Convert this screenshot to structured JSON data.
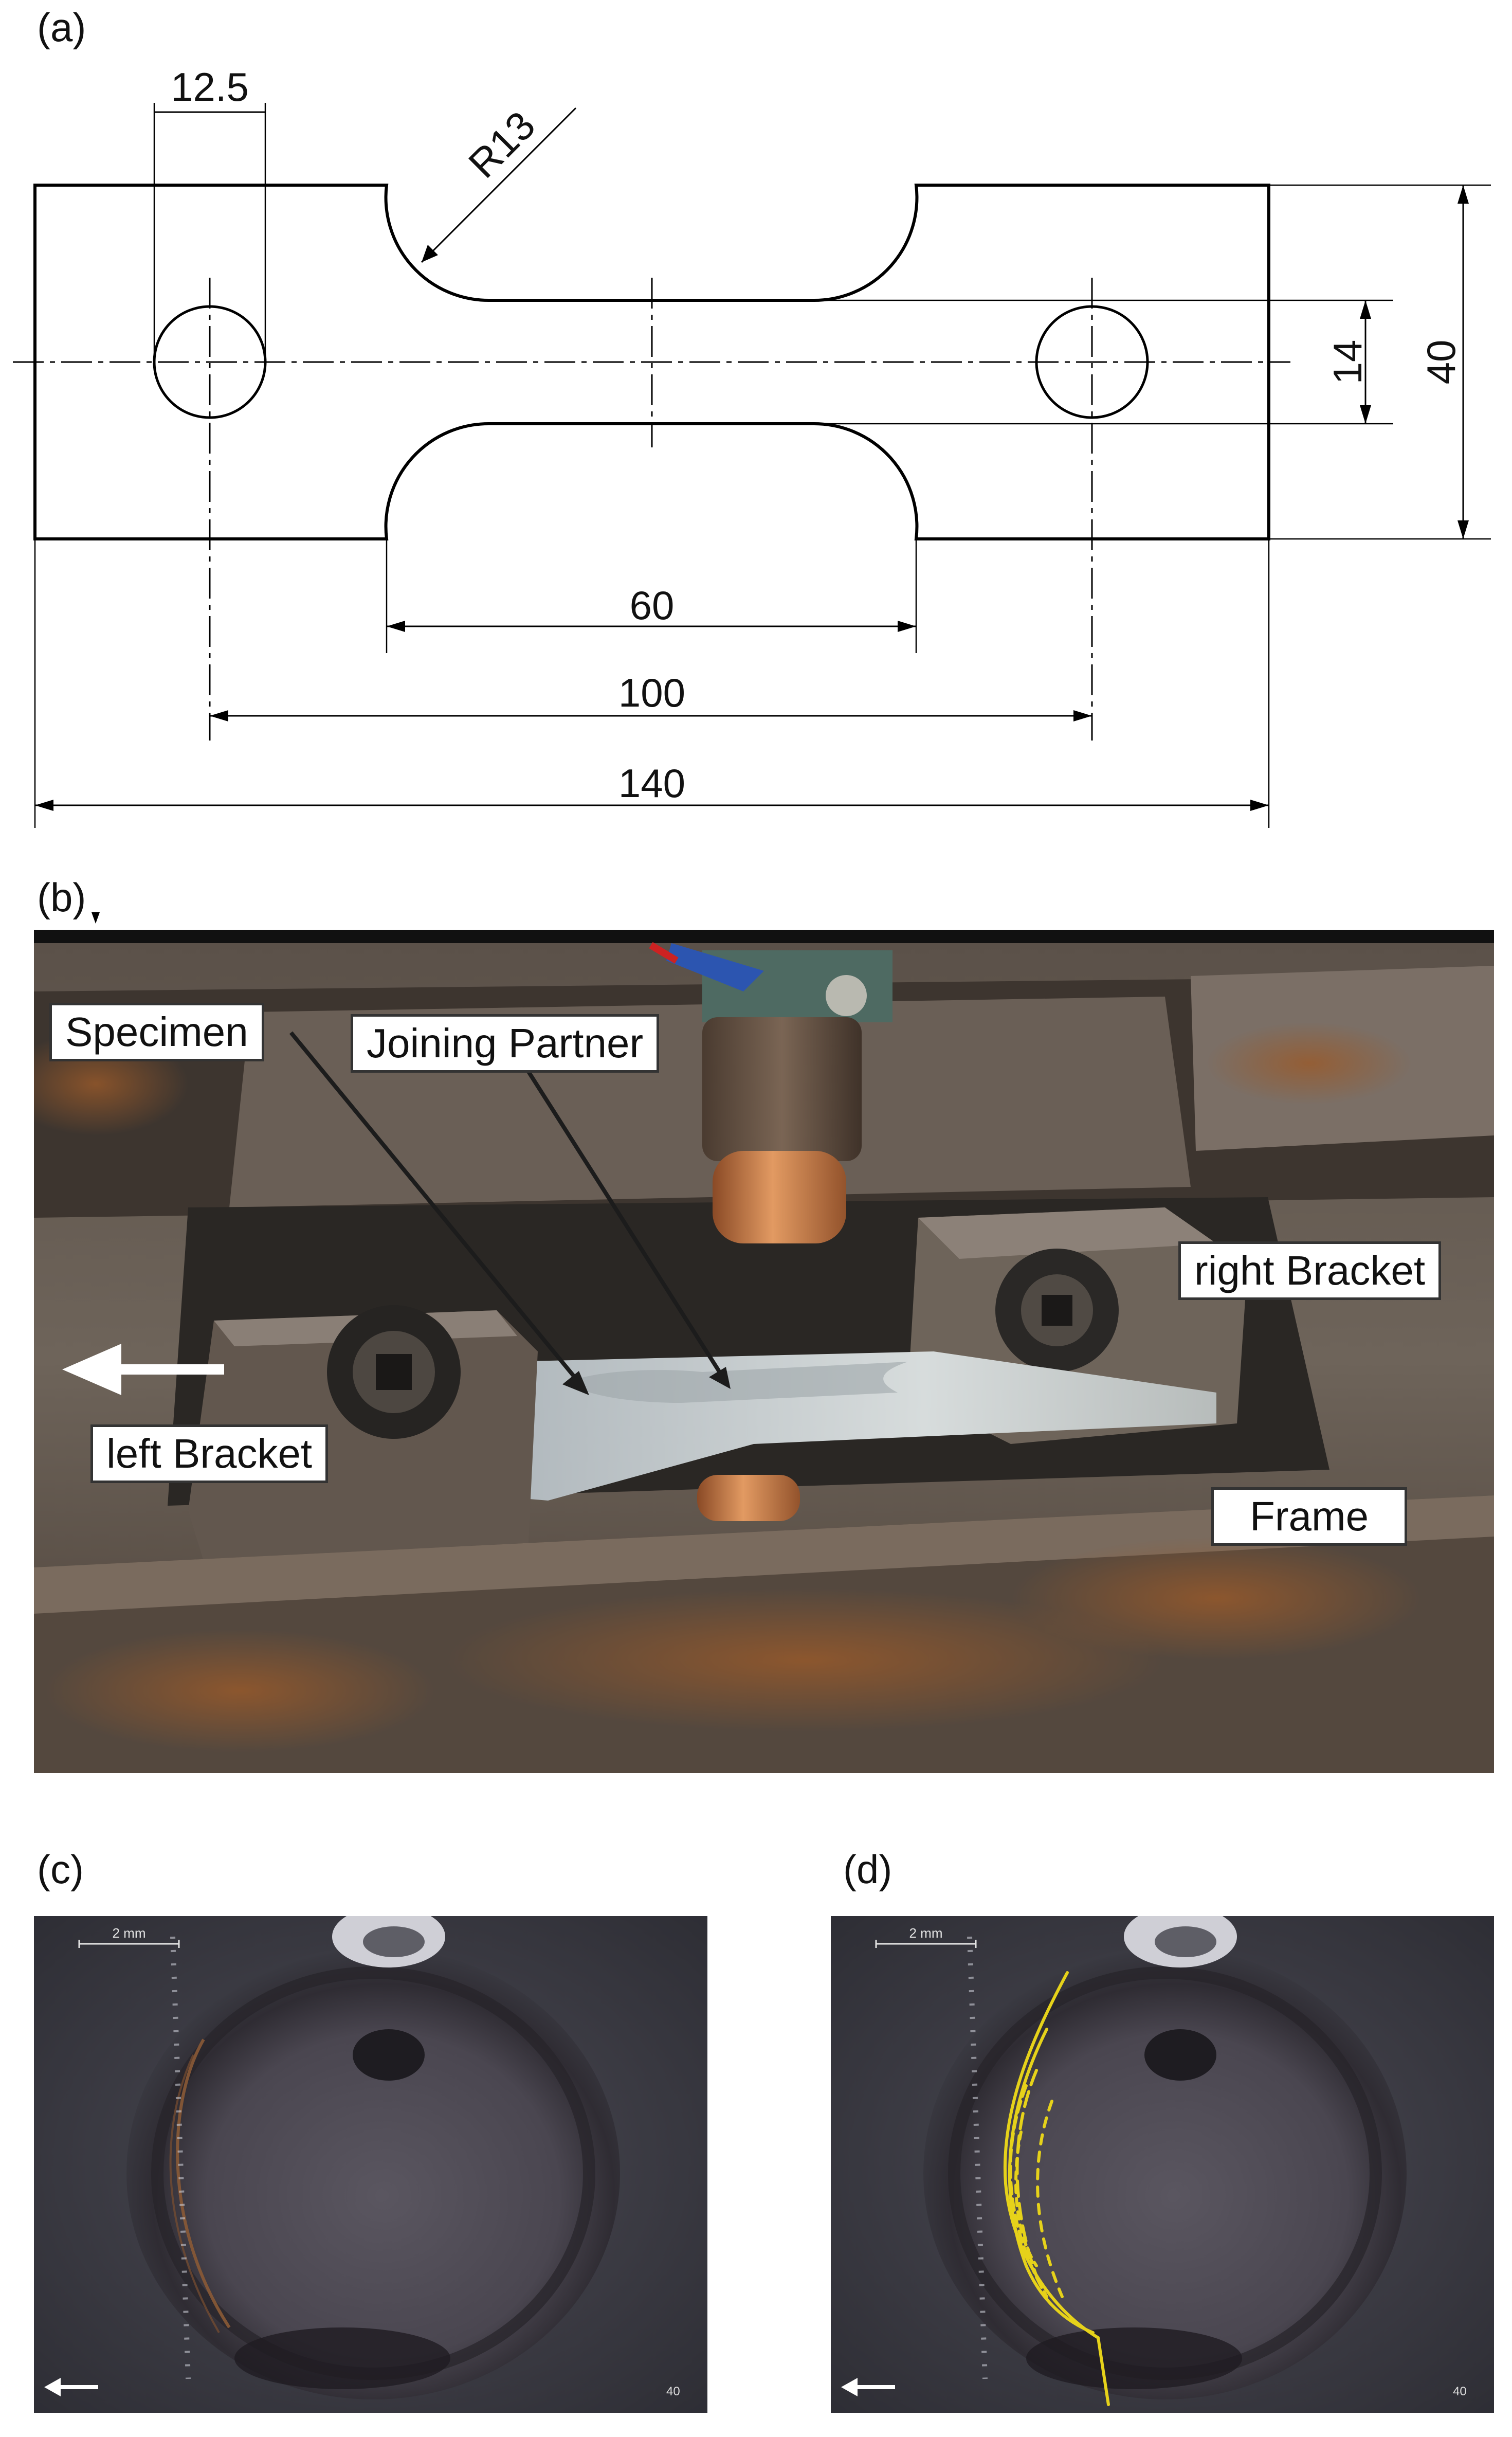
{
  "panels": {
    "a": "(a)",
    "b": "(b)",
    "c": "(c)",
    "d": "(d)"
  },
  "drawing": {
    "dim_hole_spacing_top": "12.5",
    "dim_radius": "R13",
    "dim_gauge_width": "14",
    "dim_total_width": "40",
    "dim_gauge_length": "60",
    "dim_hole_distance": "100",
    "dim_total_length": "140"
  },
  "photo": {
    "labels": {
      "specimen": "Specimen",
      "joining_partner": "Joining Partner",
      "right_bracket": "right Bracket",
      "left_bracket": "left Bracket",
      "frame": "Frame"
    }
  },
  "micrographs": {
    "scale_bar": "2 mm",
    "index": "40"
  },
  "colors": {
    "crack_highlight": "#e6d21a",
    "copper": "#c8743e",
    "steel": "#6b6258"
  }
}
